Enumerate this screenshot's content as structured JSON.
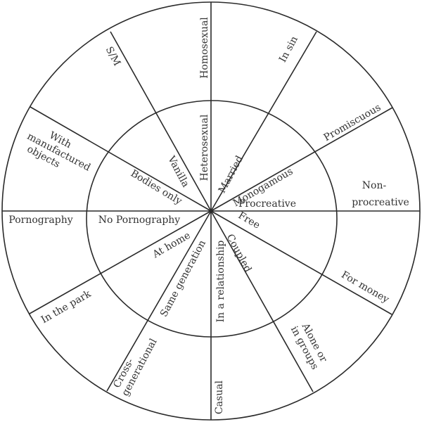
{
  "inner_circle": {
    "heterosexual": "Heterosexual",
    "vanilla": "Vanilla",
    "bodies_only": "Bodies only",
    "no_pornography": "No Pornography",
    "at_home": "At home",
    "same_generation": "Same generation",
    "in_a_relationship": "In a relationship",
    "coupled": "Coupled",
    "free": "Free",
    "procreative": "Procreative",
    "monogamous": "Monogamous",
    "married": "Married"
  },
  "outer_circle": {
    "homosexual": "Homosexual",
    "sm": "S/M",
    "with_manufactured_objects": [
      "With",
      "manufactured",
      "objects"
    ],
    "pornography": "Pornography",
    "in_the_park": "In the park",
    "cross_generational": [
      "Cross-",
      "generational"
    ],
    "casual": "Casual",
    "alone_or_in_groups": [
      "Alone or",
      "in groups"
    ],
    "for_money": "For money",
    "non_procreative": [
      "Non-",
      "procreative"
    ],
    "promiscuous": "Promiscuous",
    "in_sin": "In sin"
  }
}
